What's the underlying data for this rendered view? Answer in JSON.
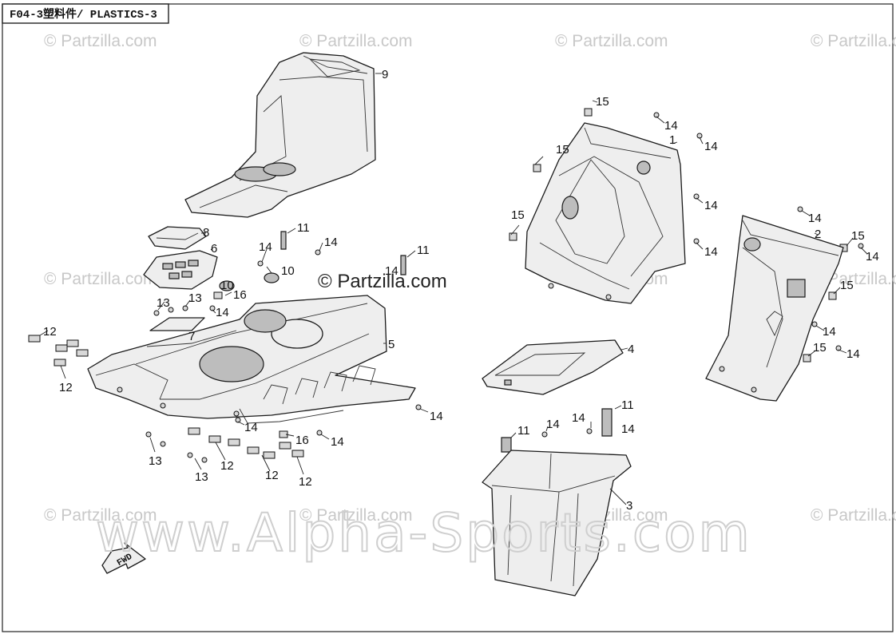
{
  "header": {
    "title": "F04-3塑料件/ PLASTICS-3"
  },
  "watermarks": {
    "partzilla": "© Partzilla.com",
    "center_site": "© Partzilla.com",
    "alpha": "www.Alpha-Sports.com"
  },
  "fwd_label": "FWD",
  "callouts": {
    "c1": "1",
    "c2": "2",
    "c3": "3",
    "c4": "4",
    "c5": "5",
    "c6": "6",
    "c7": "7",
    "c8": "8",
    "c9": "9",
    "c10": "10",
    "c11": "11",
    "c12": "12",
    "c13": "13",
    "c14": "14",
    "c15": "15",
    "c16": "16"
  },
  "colors": {
    "line": "#1a1a1a",
    "fill": "#eeeeee",
    "watermark": "#c8c8c8"
  }
}
